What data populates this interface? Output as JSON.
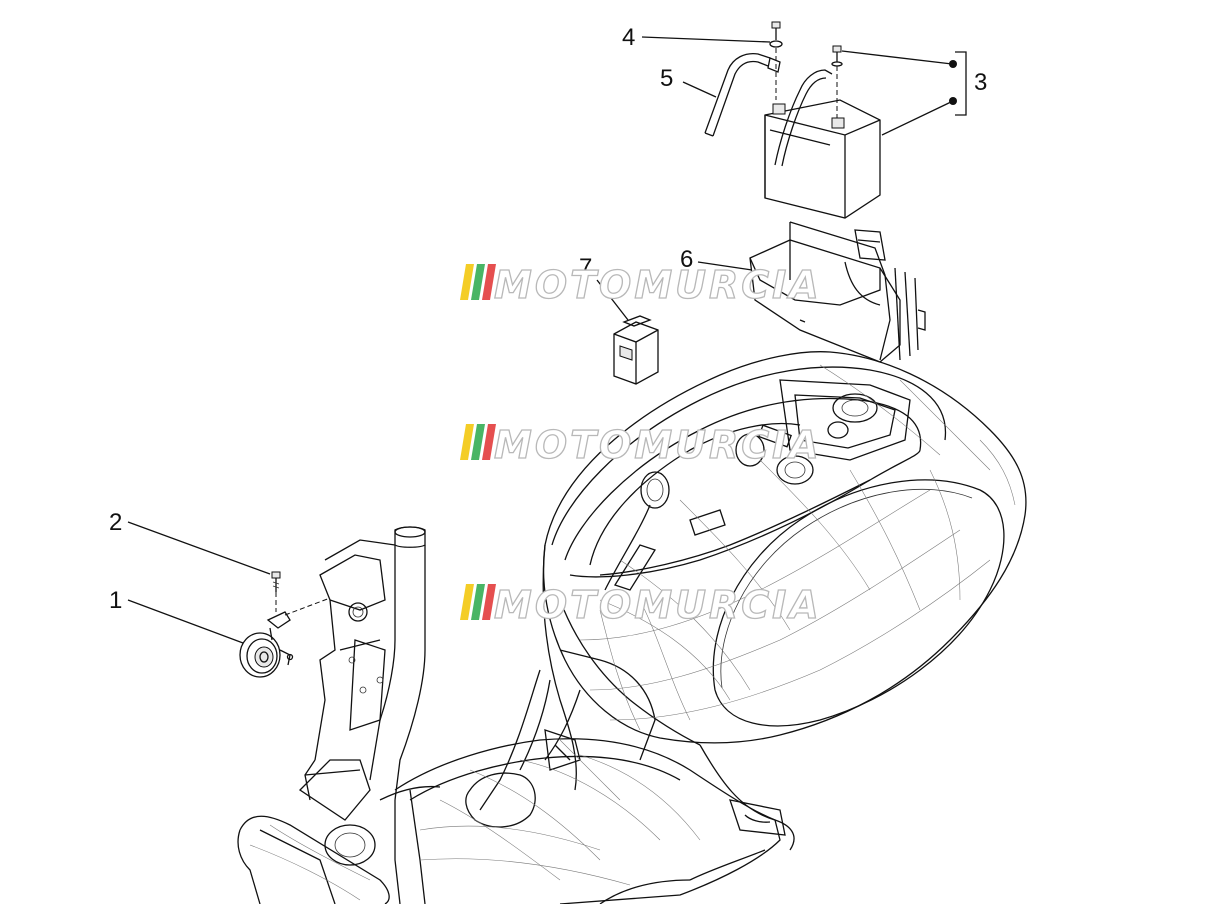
{
  "diagram": {
    "callouts": [
      {
        "id": "1",
        "label": "1"
      },
      {
        "id": "2",
        "label": "2"
      },
      {
        "id": "3",
        "label": "3"
      },
      {
        "id": "4",
        "label": "4"
      },
      {
        "id": "5",
        "label": "5"
      },
      {
        "id": "6",
        "label": "6"
      },
      {
        "id": "7",
        "label": "7"
      }
    ],
    "watermark": {
      "text": "MOTOMURCIA",
      "stripe_colors": [
        "#f2c400",
        "#29a84a",
        "#e03030"
      ]
    },
    "colors": {
      "line": "#111111",
      "watermark_outline": "#b8b8b8"
    }
  }
}
